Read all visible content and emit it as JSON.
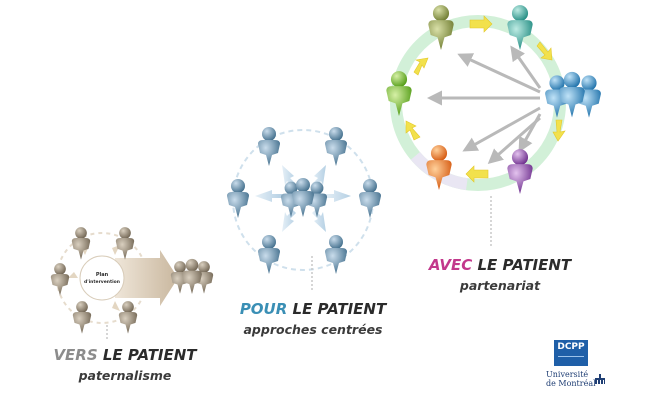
{
  "captions": {
    "vers": {
      "highlight": "VERS",
      "rest": " LE PATIENT",
      "sub": "paternalisme",
      "highlight_color": "#8c8c8c"
    },
    "pour": {
      "highlight": "POUR",
      "rest": " LE PATIENT",
      "sub": "approches centrées",
      "highlight_color": "#3a8fb5"
    },
    "avec": {
      "highlight": "AVEC",
      "rest": " LE PATIENT",
      "sub": "partenariat",
      "highlight_color": "#c2388c"
    }
  },
  "plan_label": {
    "line1": "Plan",
    "line2": "d'intervention"
  },
  "logo": {
    "acronym": "DCPP",
    "line1": "Université",
    "line2": "de Montréal"
  },
  "colors": {
    "text": "#2b2b2b",
    "vers_people": "#8a7c6a",
    "pour_people": "#5d8aa6",
    "avec_ring": "#c7ead0",
    "arrow_gray": "#b9b9b9",
    "arrow_yellow": "#f2e14c",
    "logo_blue": "#1f5fa8"
  },
  "avec_people_colors": {
    "olive": "#8f9a4a",
    "teal": "#37b2a6",
    "green": "#7dba2b",
    "orange": "#ee7a1f",
    "purple": "#8b3fa8",
    "blue": "#2b8fd0"
  }
}
